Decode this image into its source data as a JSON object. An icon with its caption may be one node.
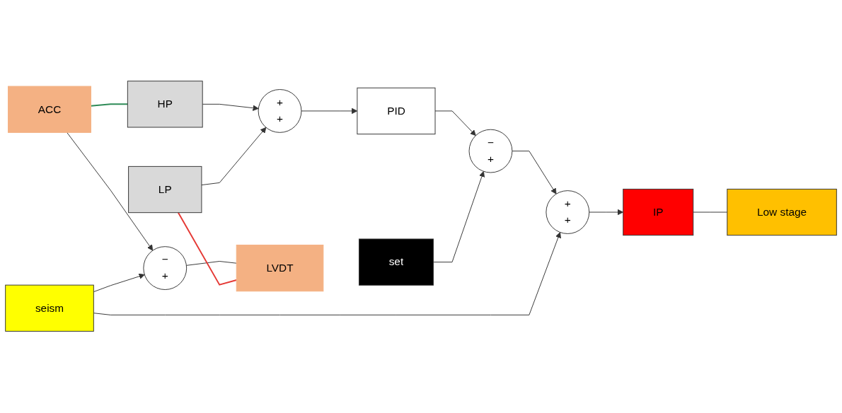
{
  "diagram": {
    "nodes": [
      {
        "text": [
          "ACC"
        ]
      },
      {
        "text": [
          "HP"
        ]
      },
      {
        "text": [
          "+",
          "+"
        ]
      },
      {
        "text": [
          "PID"
        ]
      },
      {
        "text": [
          "−",
          "+"
        ]
      },
      {
        "text": [
          "+",
          "+"
        ]
      },
      {
        "text": [
          "IP"
        ]
      },
      {
        "text": [
          "Low stage"
        ]
      },
      {
        "text": [
          "LP"
        ]
      },
      {
        "text": [
          "set"
        ]
      },
      {
        "text": [
          "seism"
        ]
      },
      {
        "text": [
          "−",
          "+"
        ]
      },
      {
        "text": [
          "LVDT"
        ]
      }
    ],
    "edges": [
      {
        "from": 0,
        "to": 1,
        "arrow": "none",
        "color": "#2e8b57"
      },
      {
        "from": 1,
        "to": 2,
        "arrow": "to"
      },
      {
        "from": 8,
        "to": 2,
        "arrow": "to"
      },
      {
        "from": 2,
        "to": 3,
        "arrow": "to"
      },
      {
        "from": 3,
        "to": 4,
        "arrow": "to"
      },
      {
        "from": 9,
        "to": 4,
        "arrow": "to"
      },
      {
        "from": 4,
        "to": 5,
        "arrow": "to"
      },
      {
        "from": 5,
        "to": 6,
        "arrow": "to"
      },
      {
        "from": 6,
        "to": 7,
        "arrow": "none"
      },
      {
        "from": 0,
        "to": 11,
        "arrow": "to"
      },
      {
        "from": 10,
        "to": 5,
        "arrow": "to"
      },
      {
        "from": 10,
        "to": 11,
        "arrow": "to"
      },
      {
        "from": 11,
        "to": 12,
        "arrow": "none"
      },
      {
        "from": 8,
        "to": 12,
        "arrow": "none",
        "color": "#e53935"
      }
    ]
  }
}
